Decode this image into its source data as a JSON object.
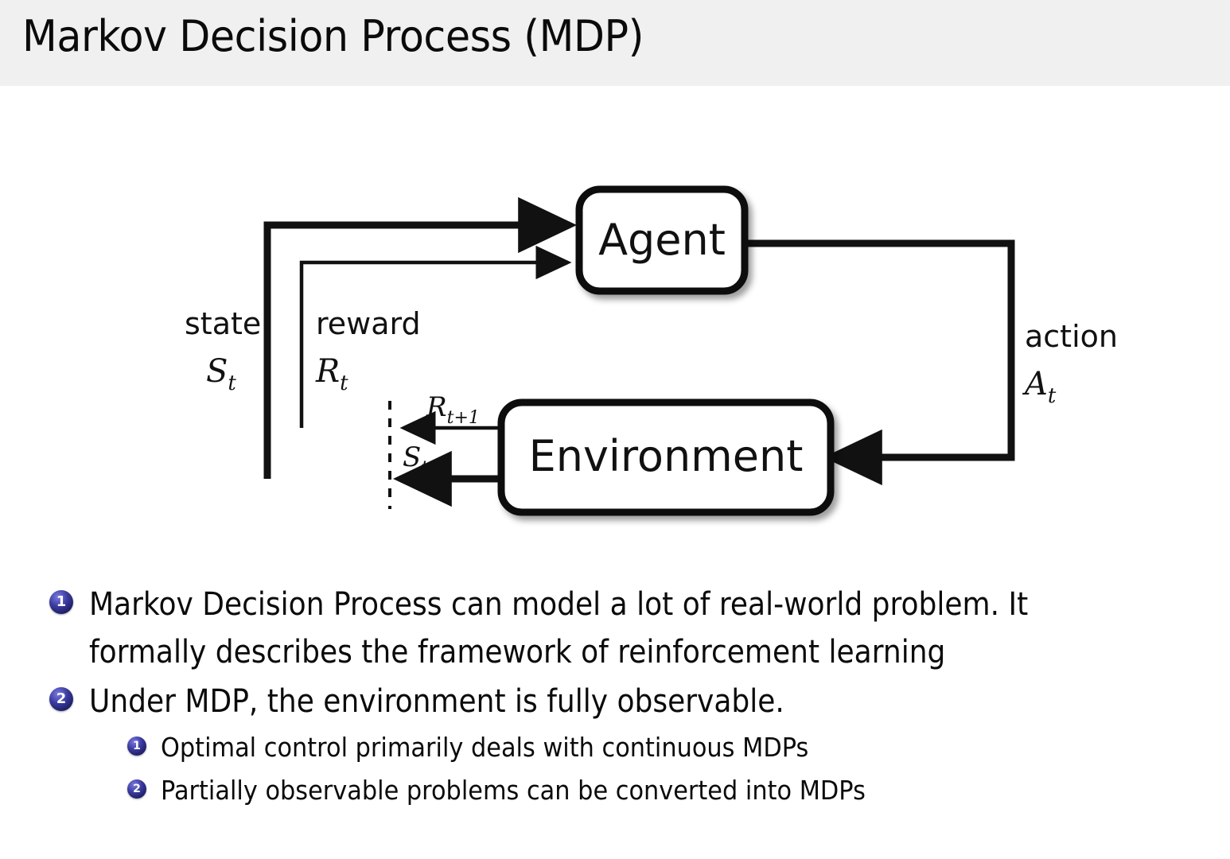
{
  "slide": {
    "title": "Markov Decision Process (MDP)",
    "title_bar_color": "#f0f0f0",
    "background_color": "#ffffff",
    "text_color": "#0b0b0b"
  },
  "diagram": {
    "name": "agent-environment-interaction-loop",
    "nodes": [
      {
        "id": "agent",
        "label": "Agent"
      },
      {
        "id": "environment",
        "label": "Environment"
      }
    ],
    "edge_labels": {
      "state_word": "state",
      "state_symbol": "S",
      "state_subscript": "t",
      "reward_word": "reward",
      "reward_symbol": "R",
      "reward_subscript": "t",
      "action_word": "action",
      "action_symbol": "A",
      "action_subscript": "t",
      "next_reward_symbol": "R",
      "next_reward_subscript": "t+1",
      "next_state_symbol": "S",
      "next_state_subscript": "t+1"
    },
    "stroke_color": "#111111"
  },
  "bullets": [
    {
      "number": "1",
      "level": 1,
      "line1": "Markov Decision Process can model a lot of real-world problem. It",
      "line2": "formally describes the framework of reinforcement learning"
    },
    {
      "number": "2",
      "level": 1,
      "line1": "Under MDP, the environment is fully observable.",
      "line2": ""
    },
    {
      "number": "1",
      "level": 2,
      "line1": "Optimal control primarily deals with continuous MDPs",
      "line2": ""
    },
    {
      "number": "2",
      "level": 2,
      "line1": "Partially observable problems can be converted into MDPs",
      "line2": ""
    }
  ],
  "colors": {
    "bullet_badge_dark": "#1d1d63",
    "bullet_badge_light": "#7a7ae0",
    "bullet_badge_text": "#ffffff"
  }
}
